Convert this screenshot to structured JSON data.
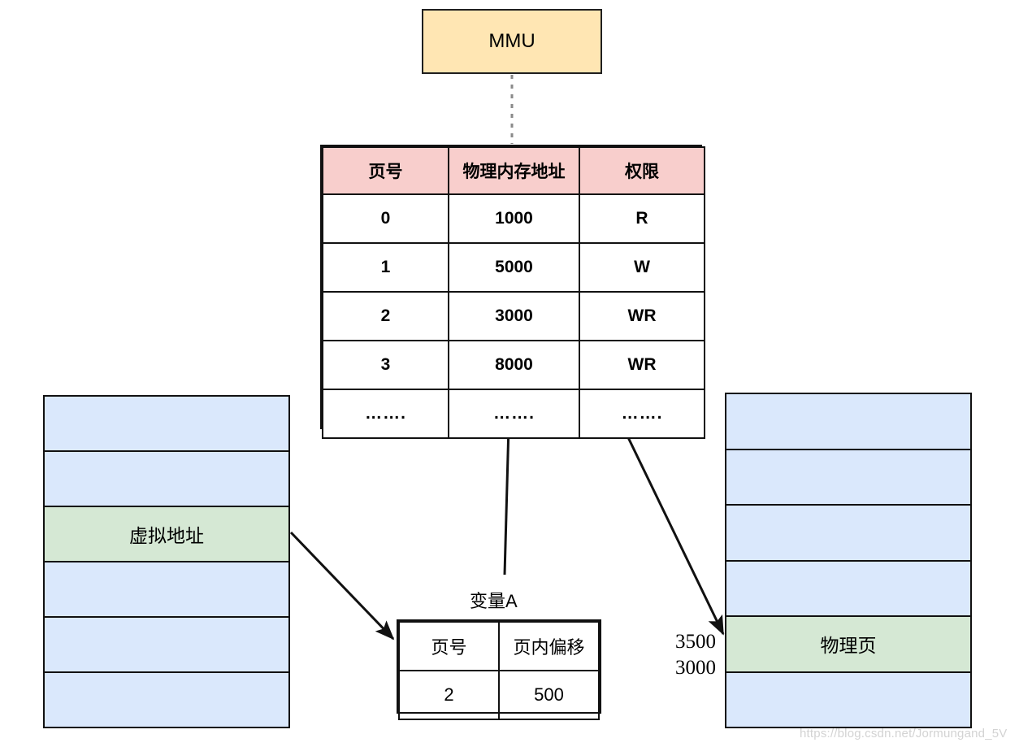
{
  "diagram": {
    "title_block": {
      "label": "MMU"
    },
    "page_table": {
      "headers": [
        "页号",
        "物理内存地址",
        "权限"
      ],
      "rows": [
        [
          "0",
          "1000",
          "R"
        ],
        [
          "1",
          "5000",
          "W"
        ],
        [
          "2",
          "3000",
          "WR"
        ],
        [
          "3",
          "8000",
          "WR"
        ],
        [
          "…….",
          "…….",
          "……."
        ]
      ]
    },
    "virtual_memory_block": {
      "name": "virtual-memory-block",
      "rows": [
        "",
        "",
        "虚拟地址",
        "",
        "",
        ""
      ],
      "highlight_index": 2,
      "highlight_label": "虚拟地址"
    },
    "physical_memory_block": {
      "name": "physical-memory-block",
      "rows": [
        "",
        "",
        "",
        "",
        "物理页",
        ""
      ],
      "highlight_index": 4,
      "highlight_label": "物理页",
      "address_labels": {
        "upper": "3500",
        "lower": "3000"
      }
    },
    "virtual_address_split": {
      "caption": "变量A",
      "headers": [
        "页号",
        "页内偏移"
      ],
      "values": [
        "2",
        "500"
      ]
    },
    "watermark": "https://blog.csdn.net/Jormungand_5V",
    "colors": {
      "mmu_fill": "#ffe6b3",
      "header_fill": "#f8cecc",
      "memory_fill": "#dae8fc",
      "highlight_fill": "#d5e8d4",
      "stroke": "#111111",
      "watermark": "#d3d3d3"
    }
  }
}
